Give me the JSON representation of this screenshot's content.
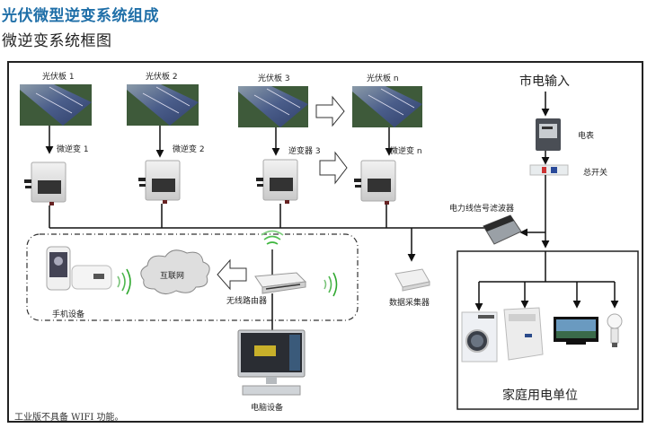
{
  "header": {
    "title": "光伏微型逆变系统组成",
    "subtitle": "微逆变系统框图"
  },
  "colors": {
    "title": "#1f6fa8",
    "line": "#222222",
    "wifi_green": "#3fb63f",
    "cloud": "#d8d8d8"
  },
  "panels": [
    {
      "label": "光伏板 1",
      "inverter_label": "微逆变 1"
    },
    {
      "label": "光伏板 2",
      "inverter_label": "微逆变 2"
    },
    {
      "label": "光伏板 3",
      "inverter_label": "逆变器 3"
    },
    {
      "label": "光伏板 n",
      "inverter_label": "微逆变 n"
    }
  ],
  "grid": {
    "input_label": "市电输入",
    "meter_label": "电表",
    "switch_label": "总开关",
    "filter_label": "电力线信号滤波器"
  },
  "network": {
    "phone_label": "手机设备",
    "internet_label": "互联网",
    "router_label": "无线路由器",
    "collector_label": "数据采集器",
    "computer_label": "电脑设备"
  },
  "household": {
    "title": "家庭用电单位",
    "appliances": [
      "front-load-washer",
      "top-load-washer",
      "tv",
      "light-bulb"
    ]
  },
  "footnote": "工业版不具备 WIFI 功能。"
}
